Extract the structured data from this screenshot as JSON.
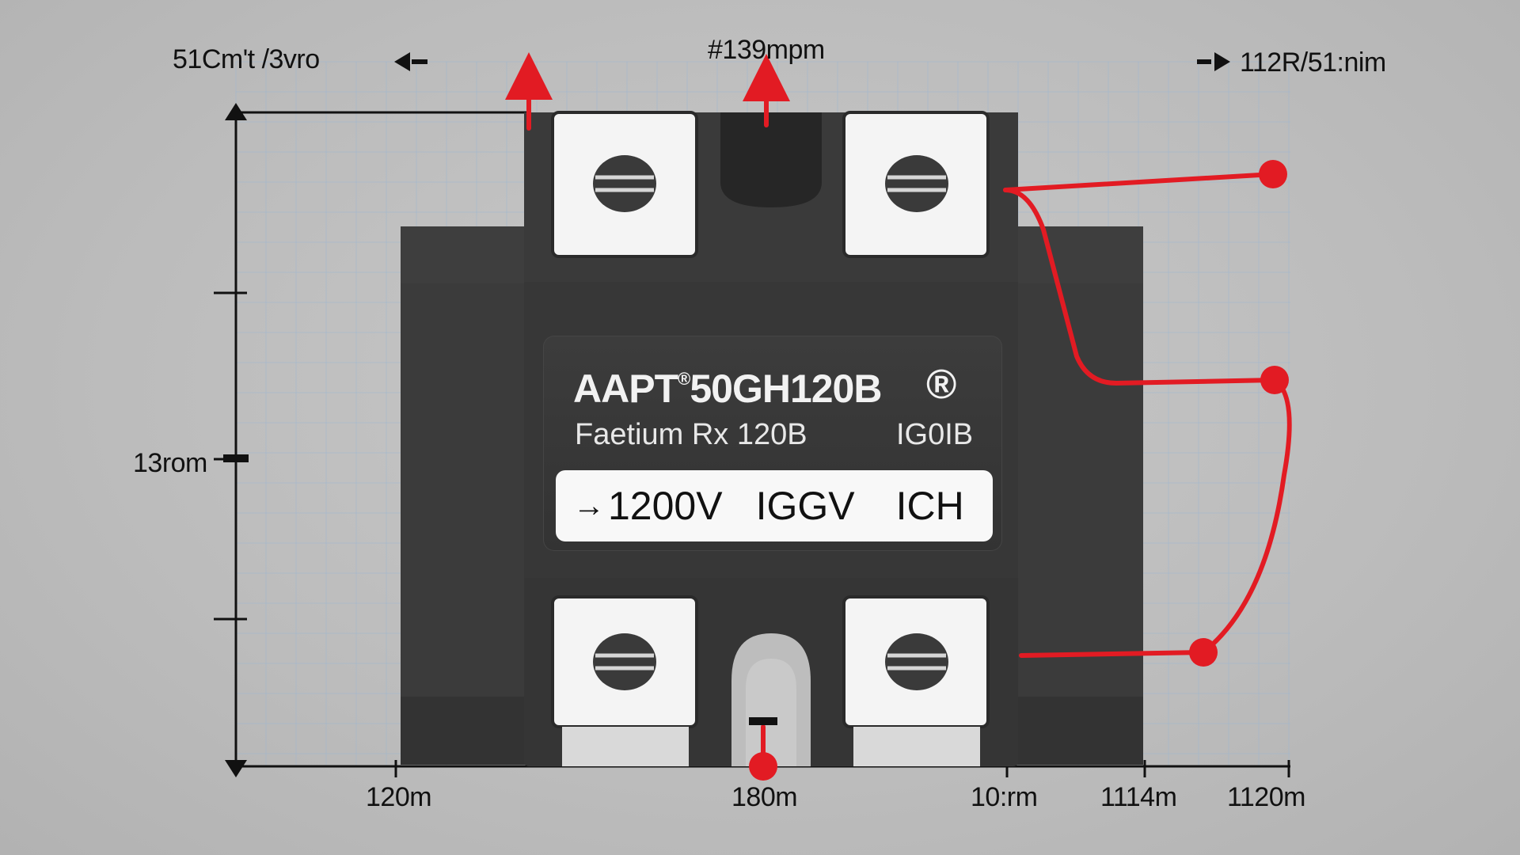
{
  "dimensions": {
    "top_left": "51Cm't /3vro",
    "top_center": "#139mpm",
    "top_right": "112R/51:nim",
    "left_vertical": "13rom",
    "bottom": [
      "120m",
      "180m",
      "10:rm",
      "1114m",
      "1120m"
    ]
  },
  "label": {
    "part_prefix": "AAPT",
    "part_reg_small": "®",
    "part_suffix": "50GH120B",
    "reg_mark": "®",
    "subtitle": "Faetium Rx 120B",
    "code": "IG0IB",
    "rating_arrow": "→",
    "ratings": [
      "1200V",
      "IGGV",
      "ICH"
    ]
  },
  "colors": {
    "body": "#3a3a3a",
    "terminal": "#f4f4f4",
    "wire": "#e21b23",
    "grid": "#9fb6cf"
  }
}
